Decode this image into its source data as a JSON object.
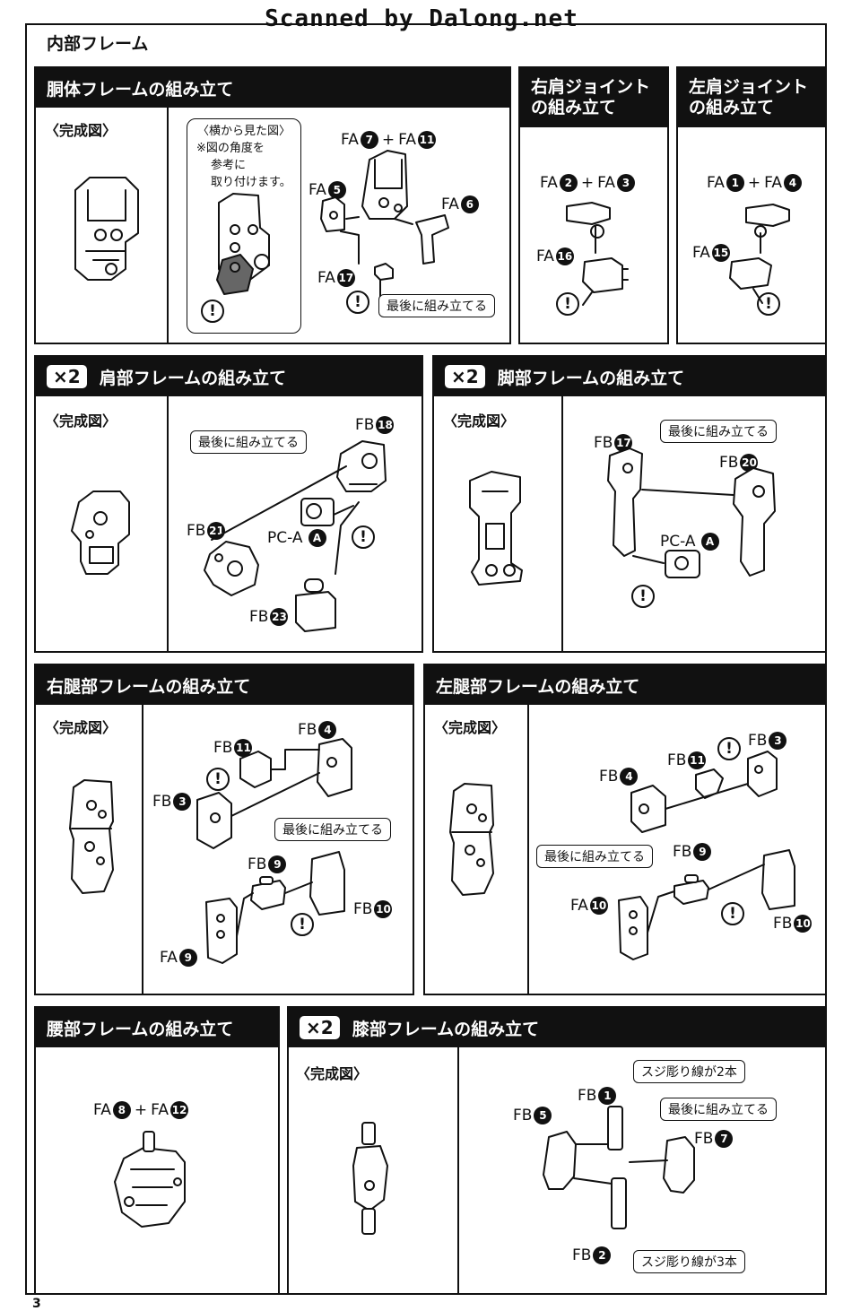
{
  "watermark": "Scanned by Dalong.net",
  "page_title": "内部フレーム",
  "page_number": "3",
  "common": {
    "completed": "〈完成図〉",
    "last": "最後に組み立てる",
    "warn": "!",
    "plus": "+",
    "x2": "×2"
  },
  "sections": {
    "torso": {
      "title": "胴体フレームの組み立て",
      "side_view_title": "〈横から見た図〉",
      "side_view_note": [
        "※図の角度を",
        "参考に",
        "取り付けます。"
      ],
      "labels": [
        {
          "prefix": "FA",
          "num": "7",
          "plus": "FA",
          "num2": "11"
        },
        {
          "prefix": "FA",
          "num": "5"
        },
        {
          "prefix": "FA",
          "num": "6"
        },
        {
          "prefix": "FA",
          "num": "17"
        }
      ]
    },
    "right_shoulder_joint": {
      "title": [
        "右肩ジョイント",
        "の組み立て"
      ],
      "labels": [
        {
          "prefix": "FA",
          "num": "2",
          "plus": "FA",
          "num2": "3"
        },
        {
          "prefix": "FA",
          "num": "16"
        }
      ]
    },
    "left_shoulder_joint": {
      "title": [
        "左肩ジョイント",
        "の組み立て"
      ],
      "labels": [
        {
          "prefix": "FA",
          "num": "1",
          "plus": "FA",
          "num2": "4"
        },
        {
          "prefix": "FA",
          "num": "15"
        }
      ]
    },
    "shoulder": {
      "title": "肩部フレームの組み立て",
      "labels": [
        {
          "prefix": "FB",
          "num": "18"
        },
        {
          "prefix": "FB",
          "num": "21"
        },
        {
          "prefix": "PC-A",
          "num": "A"
        },
        {
          "prefix": "FB",
          "num": "23"
        }
      ]
    },
    "leg": {
      "title": "脚部フレームの組み立て",
      "labels": [
        {
          "prefix": "FB",
          "num": "17"
        },
        {
          "prefix": "FB",
          "num": "20"
        },
        {
          "prefix": "PC-A",
          "num": "A"
        }
      ]
    },
    "right_thigh": {
      "title": "右腿部フレームの組み立て",
      "labels": [
        {
          "prefix": "FB",
          "num": "4"
        },
        {
          "prefix": "FB",
          "num": "11"
        },
        {
          "prefix": "FB",
          "num": "3"
        },
        {
          "prefix": "FB",
          "num": "9"
        },
        {
          "prefix": "FB",
          "num": "10"
        },
        {
          "prefix": "FA",
          "num": "9"
        }
      ]
    },
    "left_thigh": {
      "title": "左腿部フレームの組み立て",
      "labels": [
        {
          "prefix": "FB",
          "num": "11"
        },
        {
          "prefix": "FB",
          "num": "3"
        },
        {
          "prefix": "FB",
          "num": "4"
        },
        {
          "prefix": "FB",
          "num": "9"
        },
        {
          "prefix": "FA",
          "num": "10"
        },
        {
          "prefix": "FB",
          "num": "10"
        }
      ]
    },
    "waist": {
      "title": "腰部フレームの組み立て",
      "labels": [
        {
          "prefix": "FA",
          "num": "8",
          "plus": "FA",
          "num2": "12"
        }
      ]
    },
    "knee": {
      "title": "膝部フレームの組み立て",
      "line2": "スジ彫り線が2本",
      "line3": "スジ彫り線が3本",
      "labels": [
        {
          "prefix": "FB",
          "num": "1"
        },
        {
          "prefix": "FB",
          "num": "5"
        },
        {
          "prefix": "FB",
          "num": "7"
        },
        {
          "prefix": "FB",
          "num": "2"
        }
      ]
    }
  }
}
